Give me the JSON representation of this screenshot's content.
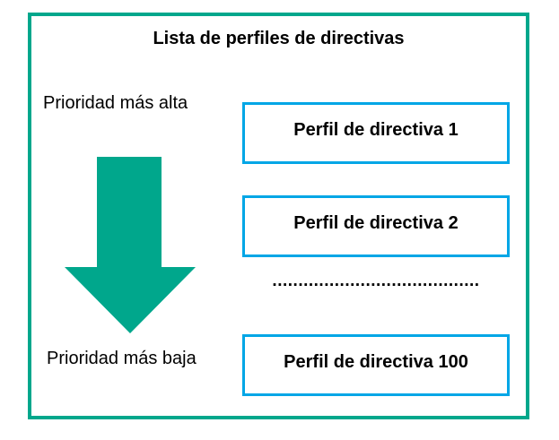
{
  "diagram": {
    "title": "Lista de perfiles de directivas",
    "priority_high_label": "Prioridad más alta",
    "priority_low_label": "Prioridad más baja",
    "profiles": [
      "Perfil de directiva 1",
      "Perfil de directiva 2",
      "Perfil de directiva 100"
    ],
    "ellipsis": "........................................",
    "arrow_icon": "down-arrow-icon"
  },
  "colors": {
    "frame_teal": "#00A78C",
    "box_blue": "#00A6E6"
  }
}
